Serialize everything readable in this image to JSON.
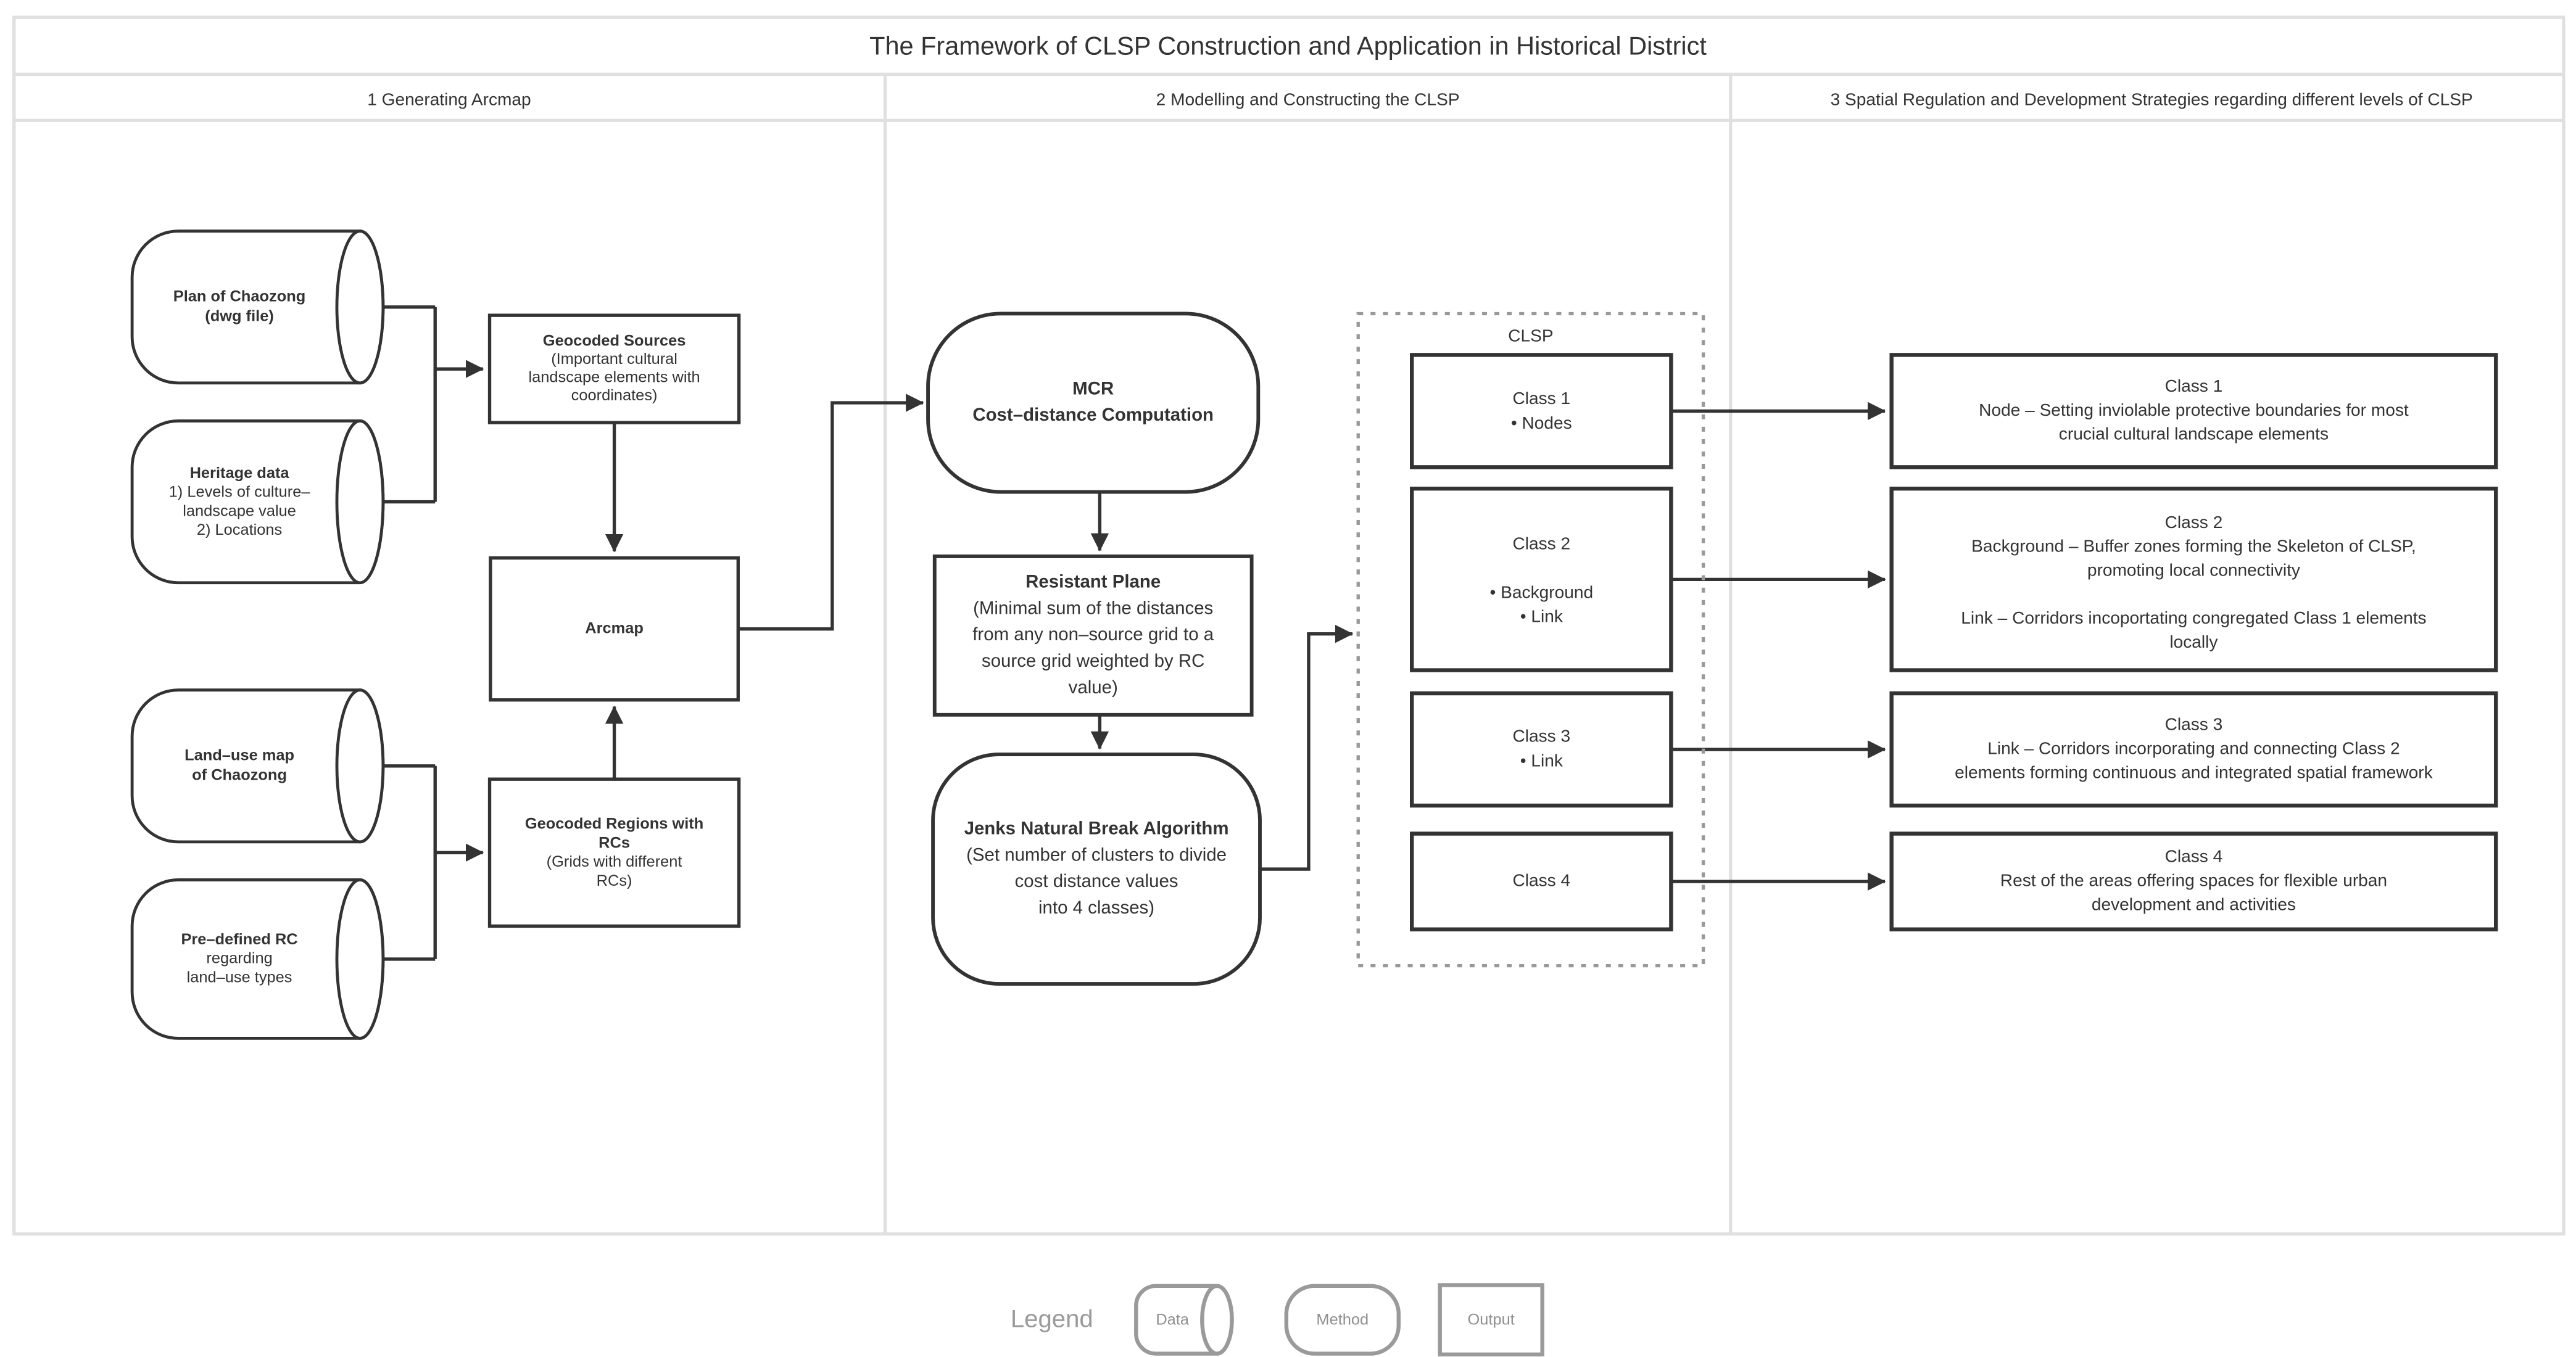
{
  "title": "The Framework of CLSP Construction and Application in Historical District",
  "headers": {
    "col1": "1 Generating Arcmap",
    "col2": "2 Modelling and Constructing the CLSP",
    "col3": "3 Spatial Regulation and Development Strategies regarding different levels of CLSP"
  },
  "data_nodes": {
    "plan": {
      "l1": "Plan of Chaozong",
      "l2": "(dwg file)"
    },
    "heritage": {
      "l1": "Heritage data",
      "l2": "1) Levels of culture–",
      "l3": "landscape value",
      "l4": "2) Locations"
    },
    "landuse": {
      "l1": "Land–use map",
      "l2": "of Chaozong"
    },
    "rc": {
      "l1": "Pre–defined RC",
      "l2": "regarding",
      "l3": "land–use types"
    }
  },
  "methods": {
    "geocoded_sources": {
      "l1": "Geocoded Sources",
      "l2": "(Important cultural",
      "l3": "landscape elements with",
      "l4": "coordinates)"
    },
    "arcmap": {
      "l1": "Arcmap"
    },
    "geocoded_regions": {
      "l1": "Geocoded Regions with",
      "l2": "RCs",
      "l3": "(Grids with different",
      "l4": "RCs)"
    },
    "mcr": {
      "l1": "MCR",
      "l2": "Cost–distance Computation"
    },
    "resistant_plane": {
      "l1": "Resistant Plane",
      "l2": "(Minimal sum of the distances",
      "l3": "from any non–source grid to a",
      "l4": "source grid weighted by RC",
      "l5": "value)"
    },
    "jenks": {
      "l1": "Jenks Natural Break Algorithm",
      "l2": "(Set number of clusters to divide",
      "l3": "cost distance values",
      "l4": "into 4 classes)"
    }
  },
  "clsp": {
    "label": "CLSP",
    "class1": {
      "l1": "Class 1",
      "l2": "• Nodes"
    },
    "class2": {
      "l1": "Class 2",
      "l2": "• Background",
      "l3": "• Link"
    },
    "class3": {
      "l1": "Class 3",
      "l2": "• Link"
    },
    "class4": {
      "l1": "Class 4"
    }
  },
  "outputs": {
    "class1": {
      "l1": "Class 1",
      "l2": "Node – Setting inviolable protective boundaries for most",
      "l3": "crucial cultural landscape elements"
    },
    "class2": {
      "l1": "Class 2",
      "l2": "Background – Buffer zones forming the Skeleton of CLSP,",
      "l3": "promoting local connectivity",
      "l4": "Link – Corridors incoportating congregated Class 1 elements",
      "l5": "locally"
    },
    "class3": {
      "l1": "Class 3",
      "l2": "Link – Corridors incorporating and connecting Class 2",
      "l3": "elements forming continuous and integrated spatial framework"
    },
    "class4": {
      "l1": "Class 4",
      "l2": "Rest of the areas offering spaces for flexible urban",
      "l3": "development and activities"
    }
  },
  "legend": {
    "label": "Legend",
    "data_label": "Data",
    "method_label": "Method",
    "output_label": "Output"
  },
  "colors": {
    "shape_stroke": "#333333",
    "frame_stroke": "#e0e0e0",
    "dashed_stroke": "#999999",
    "legend_gray": "#9a9a9a",
    "text": "#333333"
  }
}
